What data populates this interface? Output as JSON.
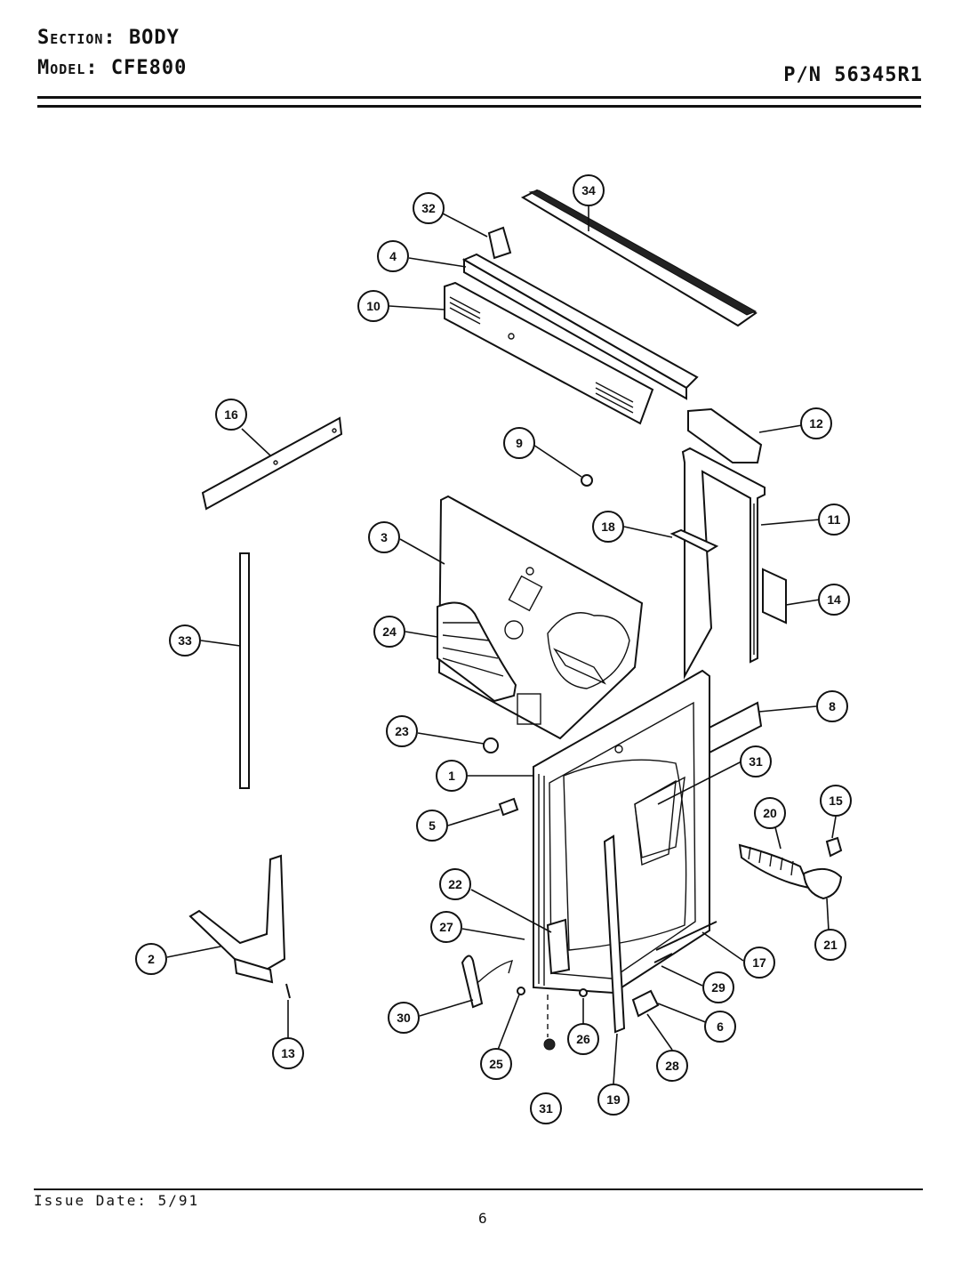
{
  "header": {
    "section_label": "Section:",
    "section_value": "BODY",
    "model_label": "Model:",
    "model_value": "CFE800",
    "part_number": "P/N 56345R1"
  },
  "footer": {
    "issue_date": "Issue Date: 5/91",
    "page_number": "6"
  },
  "callouts": [
    "34",
    "32",
    "4",
    "10",
    "12",
    "16",
    "9",
    "18",
    "11",
    "3",
    "14",
    "33",
    "24",
    "8",
    "23",
    "31",
    "1",
    "15",
    "20",
    "5",
    "22",
    "27",
    "21",
    "2",
    "17",
    "29",
    "30",
    "6",
    "13",
    "25",
    "26",
    "28",
    "31",
    "19"
  ]
}
